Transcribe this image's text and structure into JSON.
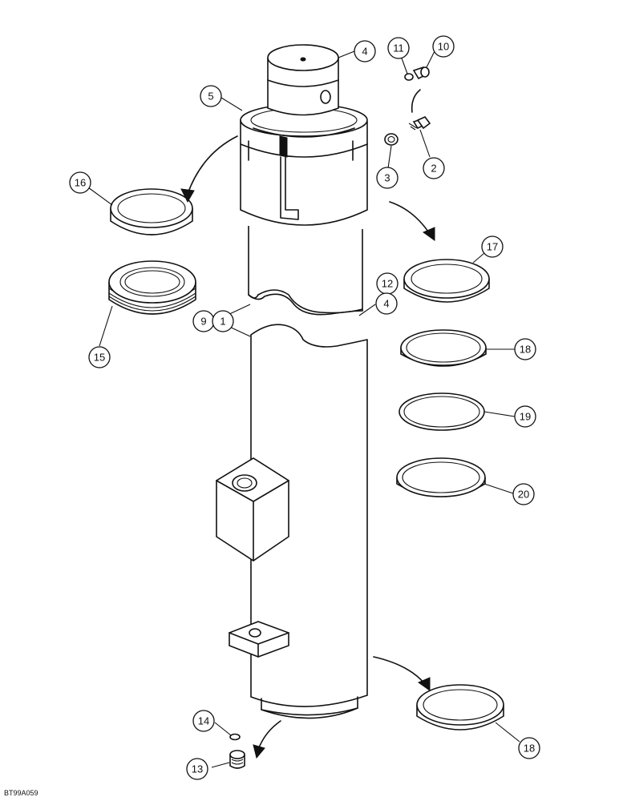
{
  "figure_id": "BT99A059",
  "callouts": {
    "c4_top": "4",
    "c5": "5",
    "c11": "11",
    "c10": "10",
    "c3": "3",
    "c2": "2",
    "c16": "16",
    "c17": "17",
    "c15": "15",
    "c12": "12",
    "c4_mid": "4",
    "c9": "9",
    "c1": "1",
    "c18_mid": "18",
    "c19": "19",
    "c20": "20",
    "c18_bot": "18",
    "c14": "14",
    "c13": "13"
  }
}
